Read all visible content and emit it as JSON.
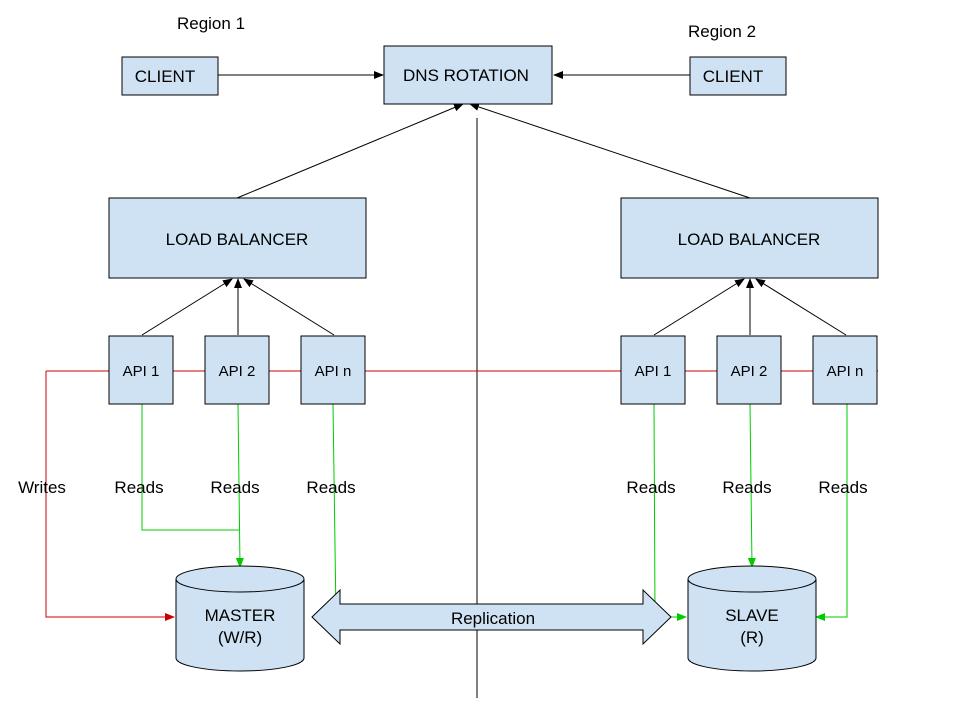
{
  "regions": {
    "left": "Region 1",
    "right": "Region 2"
  },
  "nodes": {
    "client_left": "CLIENT",
    "client_right": "CLIENT",
    "dns": "DNS ROTATION",
    "lb_left": "LOAD BALANCER",
    "lb_right": "LOAD BALANCER",
    "api_left": [
      "API 1",
      "API 2",
      "API n"
    ],
    "api_right": [
      "API 1",
      "API 2",
      "API n"
    ],
    "master": {
      "line1": "MASTER",
      "line2": "(W/R)"
    },
    "slave": {
      "line1": "SLAVE",
      "line2": "(R)"
    }
  },
  "edge_labels": {
    "writes": "Writes",
    "reads_left": [
      "Reads",
      "Reads",
      "Reads"
    ],
    "reads_right": [
      "Reads",
      "Reads",
      "Reads"
    ],
    "replication": "Replication"
  },
  "colors": {
    "node_fill": "#cfe2f3",
    "writes_line": "#cc0000",
    "reads_line": "#00cc00",
    "edge": "#000000"
  }
}
